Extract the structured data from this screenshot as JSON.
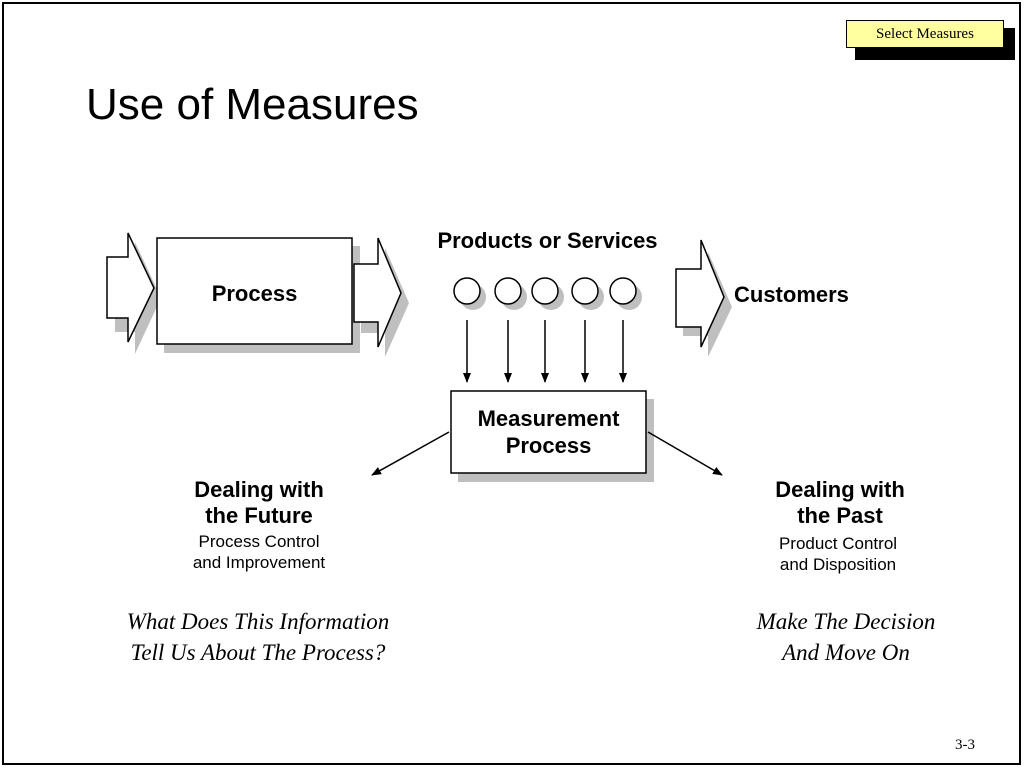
{
  "badge": "Select Measures",
  "title": "Use of Measures",
  "process_label": "Process",
  "products_label": "Products or Services",
  "customers_label": "Customers",
  "measurement_label": [
    "Measurement",
    "Process"
  ],
  "future": {
    "heading": [
      "Dealing with",
      "the Future"
    ],
    "detail": [
      "Process Control",
      "and Improvement"
    ],
    "question": [
      "What Does This Information",
      "Tell Us About The Process?"
    ]
  },
  "past": {
    "heading": [
      "Dealing with",
      "the Past"
    ],
    "detail": [
      "Product Control",
      "and Disposition"
    ],
    "question": [
      "Make The Decision",
      "And Move On"
    ]
  },
  "page_number": "3-3",
  "colors": {
    "badge_fill": "#ffffa0",
    "shadow": "#c0c0c0",
    "line": "#000000"
  }
}
